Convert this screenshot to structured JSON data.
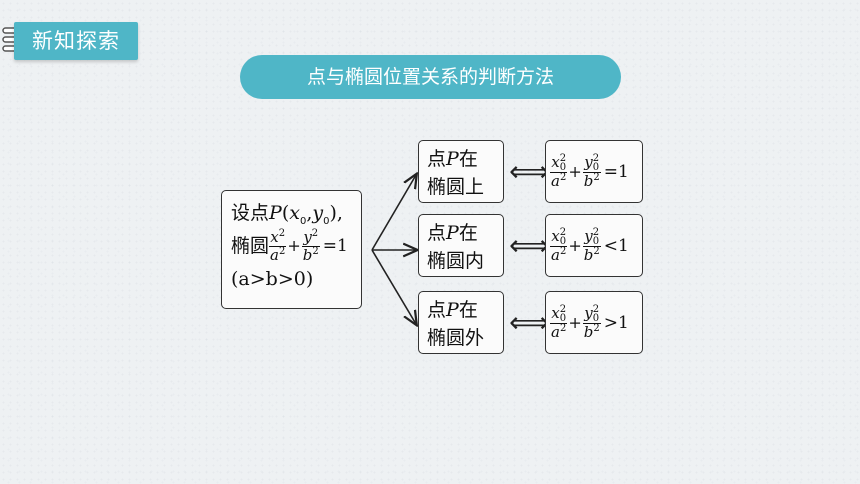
{
  "header": {
    "tag_label": "新知探索"
  },
  "banner": {
    "title": "点与椭圆位置关系的判断方法"
  },
  "main_box": {
    "line1_text": "设点",
    "point": "P",
    "coords_open": "(",
    "x0": "x",
    "x0_sub": "0",
    "comma": ",",
    "y0": "y",
    "y0_sub": "0",
    "coords_close": "),",
    "line2_text": "椭圆",
    "eq": "=1",
    "line3": "(a>b>0)"
  },
  "cases": [
    {
      "pre": "点",
      "point": "P",
      "post": "在",
      "line2": "椭圆上",
      "rel": "=1"
    },
    {
      "pre": "点",
      "point": "P",
      "post": "在",
      "line2": "椭圆内",
      "rel": "<1"
    },
    {
      "pre": "点",
      "point": "P",
      "post": "在",
      "line2": "椭圆外",
      "rel": ">1"
    }
  ],
  "formula": {
    "x": "x",
    "y": "y",
    "sub": "0",
    "sup": "2",
    "a": "a",
    "b": "b",
    "plus": "+"
  },
  "equiv_symbol": "⟺"
}
